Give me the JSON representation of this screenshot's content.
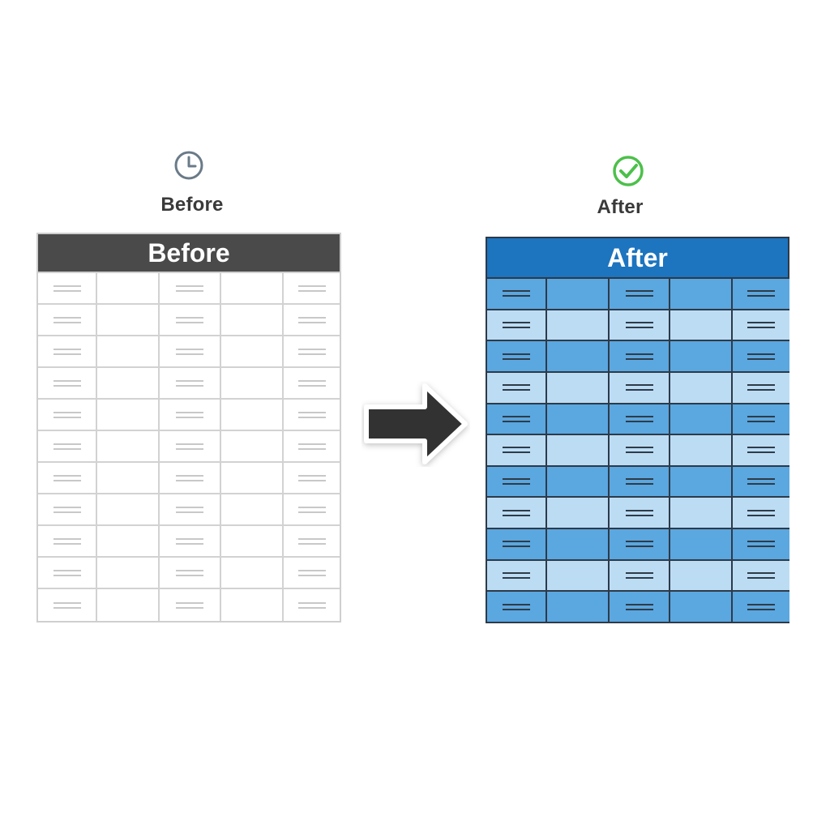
{
  "before": {
    "caption": "Before",
    "icon": "clock-icon",
    "header": "Before",
    "rows": 11,
    "columns": 5,
    "colors": {
      "header": "#4a4a4a",
      "border": "#cfcfcf",
      "cell": "#ffffff",
      "icon": "#6a7a88"
    }
  },
  "after": {
    "caption": "After",
    "icon": "check-circle-icon",
    "header": "After",
    "rows": 11,
    "columns": 5,
    "colors": {
      "header": "#1d74bf",
      "border": "#2d3a48",
      "row_dark": "#5ba7e0",
      "row_light": "#bcdcf4",
      "icon": "#4cc04a"
    }
  },
  "arrow": {
    "icon": "right-arrow-icon",
    "color": "#333333"
  }
}
